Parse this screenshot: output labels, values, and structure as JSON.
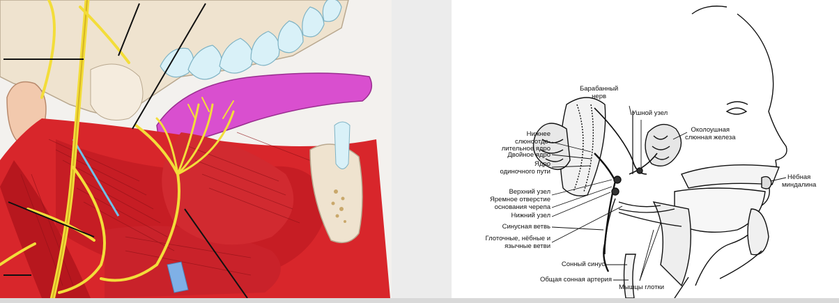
{
  "left_panel": {
    "colors": {
      "muscle": "#d8262b",
      "muscle_dark": "#a3141c",
      "nerve": "#f3dd3a",
      "bone": "#efe3cf",
      "tongue": "#d94fcf",
      "tooth": "#d9f1f8"
    }
  },
  "right_panel": {
    "labels": {
      "tympanic_nerve": "Барабанный\nнерв",
      "otic_ganglion": "Ушной узел",
      "parotid_gland": "Околоушная\nслюнная железа",
      "inferior_salivatory": "Нижнее\nслюноотде-\nлительное ядро",
      "nucleus_ambiguus": "Двойное ядро",
      "solitary_nucleus": "Ядро\nодиночного пути",
      "palatine_tonsil": "Нёбная\nминдалина",
      "superior_ganglion": "Верхний узел",
      "jugular_foramen": "Яремное отверстие\nоснования черепа",
      "inferior_ganglion": "Нижний узел",
      "sinus_branch": "Синусная ветвь",
      "pharyngeal_branches": "Глоточные, нёбные и\nязычные ветви",
      "carotid_sinus": "Сонный синус",
      "common_carotid": "Общая сонная артерия",
      "pharynx_muscles": "Мышцы глотки"
    }
  }
}
